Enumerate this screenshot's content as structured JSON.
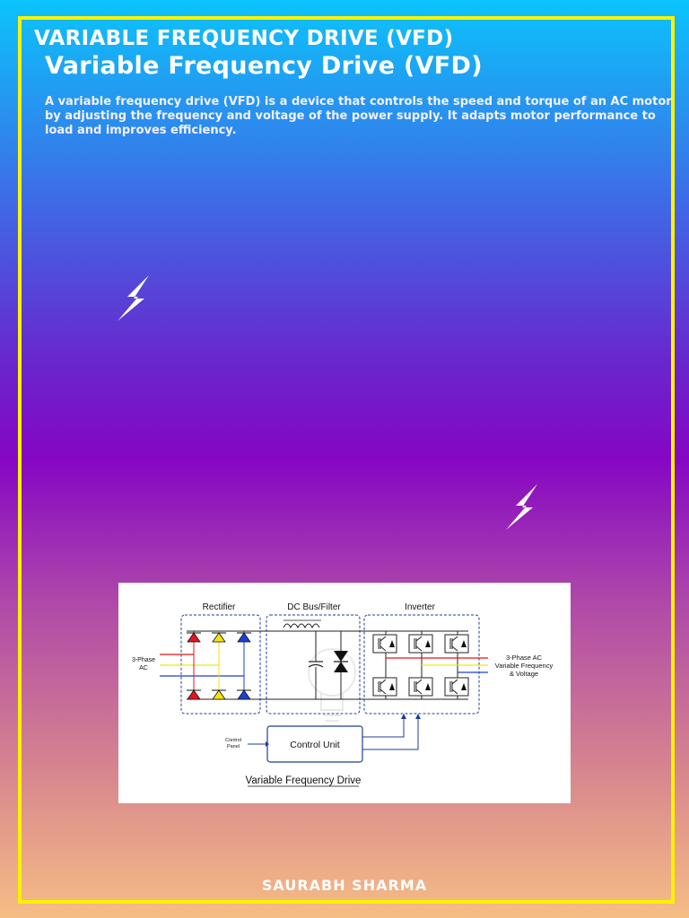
{
  "header": {
    "title": "VARIABLE FREQUENCY DRIVE (VFD)"
  },
  "main": {
    "title": "Variable Frequency Drive (VFD)",
    "description": "A variable frequency drive (VFD) is a device that controls the speed and torque of an AC motor by adjusting the frequency and voltage of the power supply. It adapts motor performance to load and improves efficiency."
  },
  "diagram": {
    "section_rectifier": "Rectifier",
    "section_dcbus": "DC Bus/Filter",
    "section_inverter": "Inverter",
    "input_label_line1": "3-Phase",
    "input_label_line2": "AC",
    "output_label_line1": "3-Phase AC",
    "output_label_line2": "Variable Frequency",
    "output_label_line3": "& Voltage",
    "control_panel_line1": "Control",
    "control_panel_line2": "Panel",
    "control_unit": "Control Unit",
    "caption": "Variable Frequency Drive",
    "phase_colors": [
      "#e8141b",
      "#f2e30f",
      "#1a3fd6"
    ],
    "box_color": "#1f3d99"
  },
  "footer": {
    "author": "SAURABH SHARMA"
  },
  "colors": {
    "frame": "#fff200",
    "text": "#ffffff"
  },
  "icons": {
    "decor": "lightning-bolt-icon"
  }
}
